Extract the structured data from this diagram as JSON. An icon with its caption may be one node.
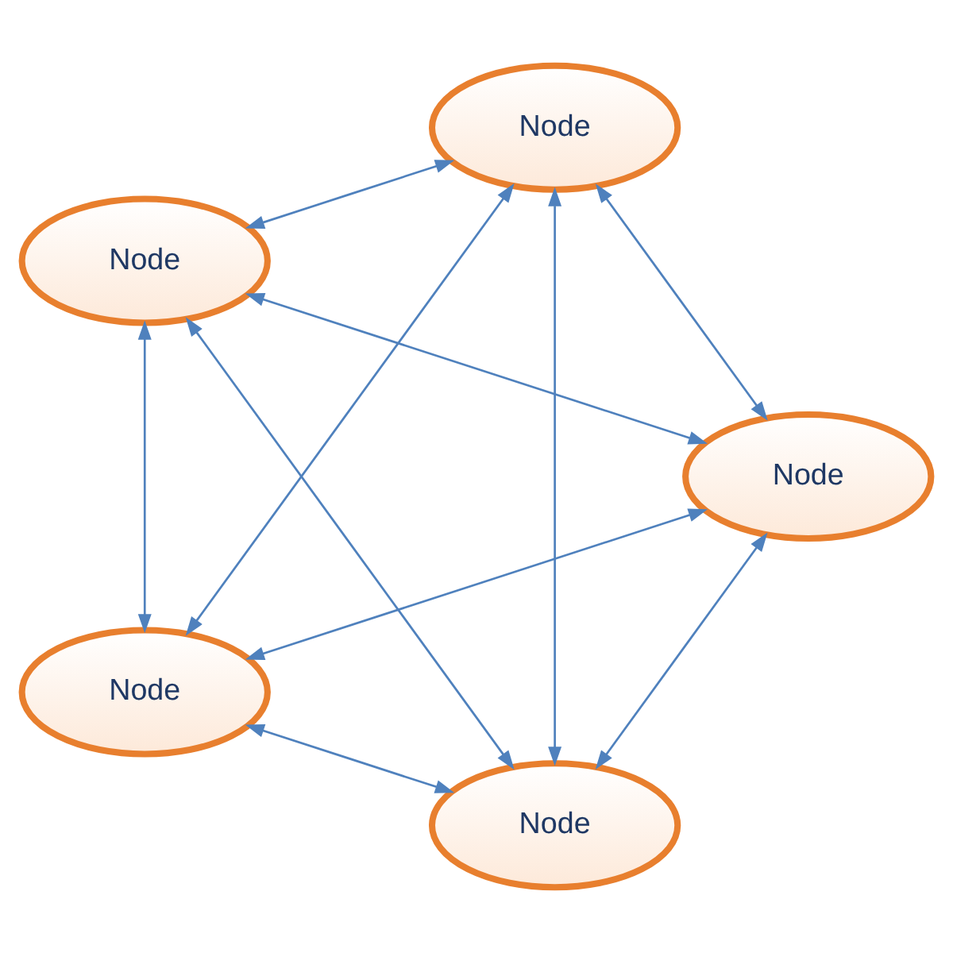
{
  "diagram": {
    "nodes": [
      {
        "text": [
          "Node"
        ]
      },
      {
        "text": [
          "Node"
        ]
      },
      {
        "text": [
          "Node"
        ]
      },
      {
        "text": [
          "Node"
        ]
      },
      {
        "text": [
          "Node"
        ]
      }
    ],
    "edges": [
      {
        "from": 0,
        "to": 1,
        "arrow": "both"
      },
      {
        "from": 0,
        "to": 2,
        "arrow": "both"
      },
      {
        "from": 0,
        "to": 3,
        "arrow": "both"
      },
      {
        "from": 0,
        "to": 4,
        "arrow": "both"
      },
      {
        "from": 1,
        "to": 2,
        "arrow": "both"
      },
      {
        "from": 1,
        "to": 3,
        "arrow": "both"
      },
      {
        "from": 1,
        "to": 4,
        "arrow": "both"
      },
      {
        "from": 2,
        "to": 3,
        "arrow": "both"
      },
      {
        "from": 2,
        "to": 4,
        "arrow": "both"
      },
      {
        "from": 3,
        "to": 4,
        "arrow": "both"
      }
    ]
  }
}
